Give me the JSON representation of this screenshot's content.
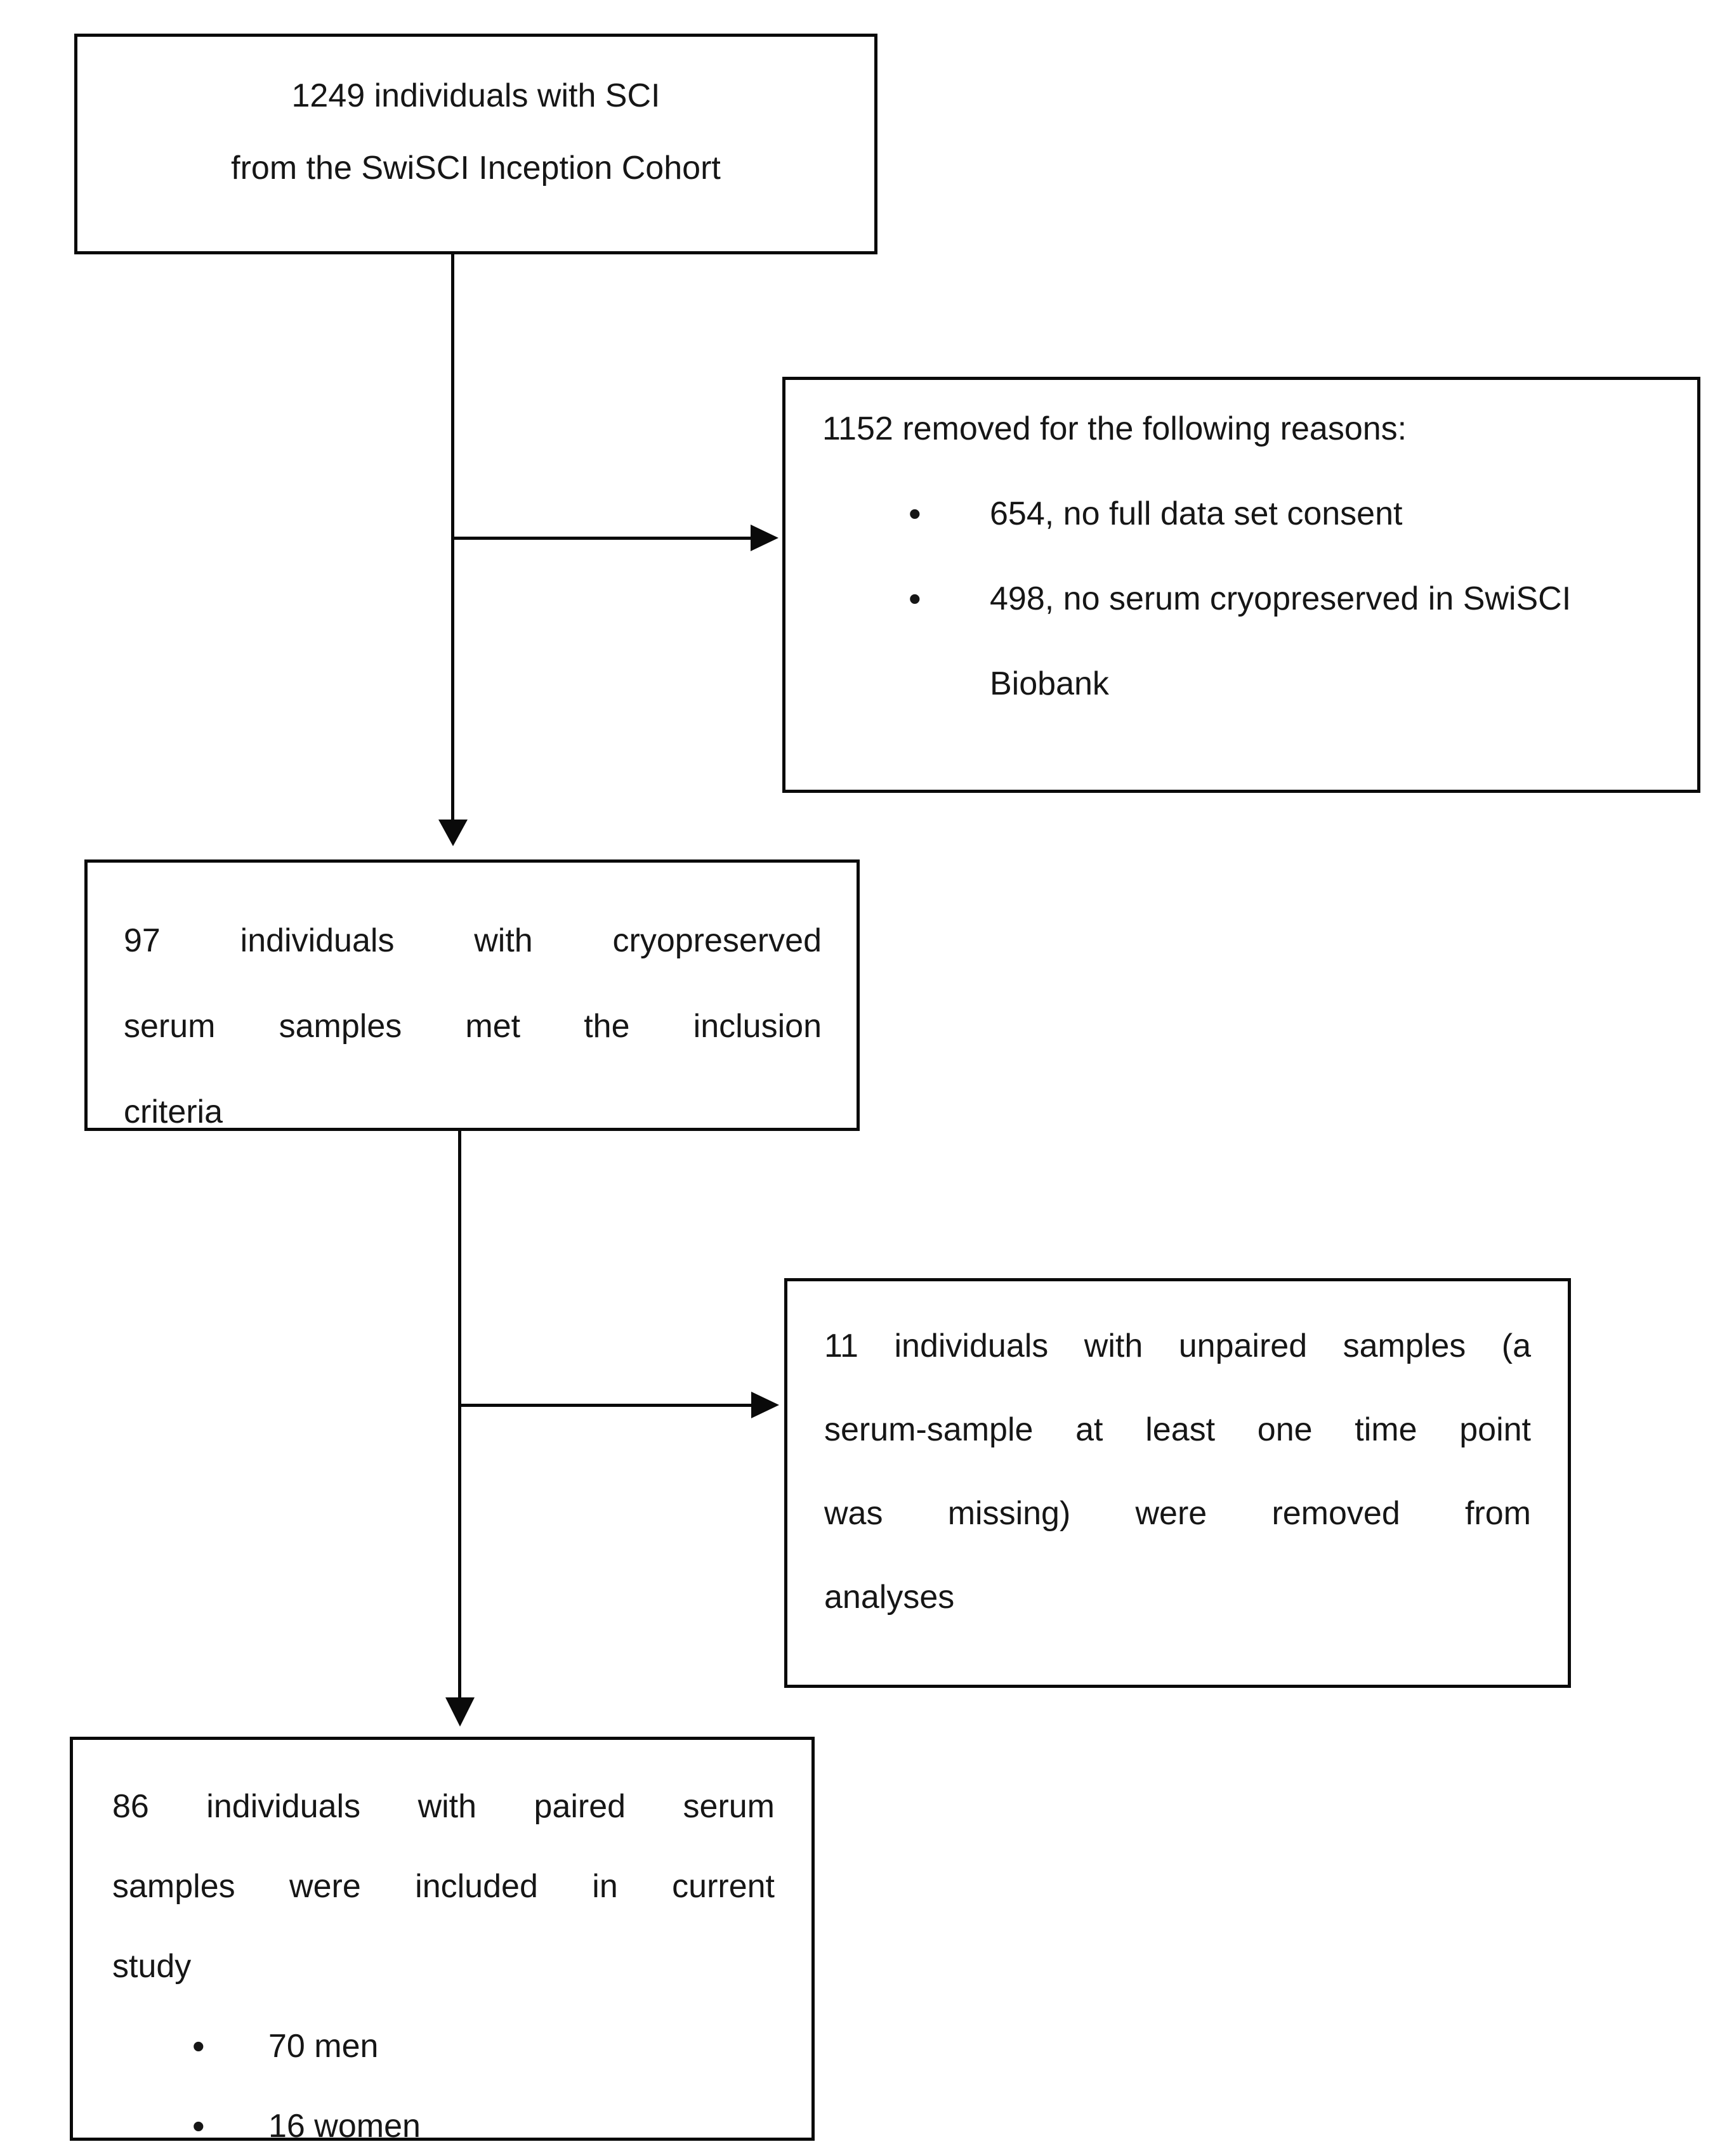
{
  "flow": {
    "box_cohort": {
      "lines": [
        "1249 individuals with SCI",
        "from the SwiSCI Inception Cohort"
      ]
    },
    "box_removed": {
      "title": "1152 removed for the following reasons:",
      "bullet_icon": "•",
      "bullet_1": "654, no full data set consent",
      "bullet_2": "498, no serum cryopreserved in SwiSCI",
      "bullet_2_continuation": "Biobank"
    },
    "box_inclusion": {
      "lines": [
        "97 individuals with cryopreserved",
        "serum samples met the inclusion",
        "criteria"
      ]
    },
    "box_unpaired": {
      "lines": [
        "11 individuals with unpaired samples (a",
        "serum-sample at least one time point",
        "was missing) were removed from",
        "analyses"
      ]
    },
    "box_included": {
      "lines": [
        "86 individuals with paired serum",
        "samples were included in current",
        "study"
      ],
      "bullet_icon": "•",
      "bullet_1": "70 men",
      "bullet_2": "16 women"
    },
    "colors": {
      "ink": "#0a0a0a",
      "background": "#ffffff"
    }
  }
}
